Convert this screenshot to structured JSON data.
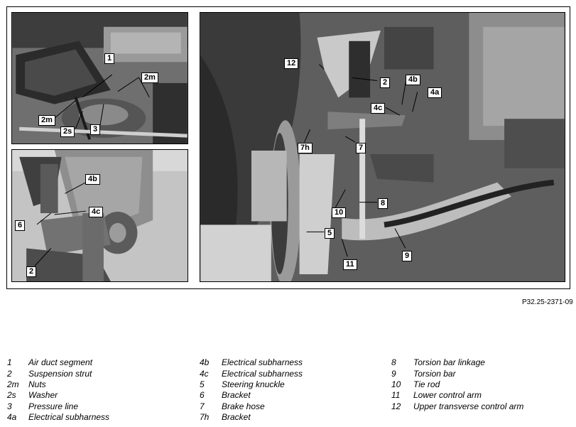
{
  "reference_code": "P32.25-2371-09",
  "callouts": {
    "p1": [
      "1",
      "2m",
      "2m",
      "2s",
      "3"
    ],
    "p2": [
      "4b",
      "4c",
      "6",
      "2"
    ],
    "p3": [
      "12",
      "2",
      "4b",
      "4a",
      "4c",
      "7h",
      "7",
      "8",
      "10",
      "5",
      "11",
      "9"
    ]
  },
  "legend": [
    {
      "code": "1",
      "desc": "Air duct segment"
    },
    {
      "code": "2",
      "desc": "Suspension strut"
    },
    {
      "code": "2m",
      "desc": "Nuts"
    },
    {
      "code": "2s",
      "desc": "Washer"
    },
    {
      "code": "3",
      "desc": "Pressure line"
    },
    {
      "code": "4a",
      "desc": "Electrical subharness"
    },
    {
      "code": "4b",
      "desc": "Electrical subharness"
    },
    {
      "code": "4c",
      "desc": "Electrical subharness"
    },
    {
      "code": "5",
      "desc": "Steering knuckle"
    },
    {
      "code": "6",
      "desc": "Bracket"
    },
    {
      "code": "7",
      "desc": "Brake hose"
    },
    {
      "code": "7h",
      "desc": "Bracket"
    },
    {
      "code": "8",
      "desc": "Torsion bar linkage"
    },
    {
      "code": "9",
      "desc": "Torsion bar"
    },
    {
      "code": "10",
      "desc": "Tie rod"
    },
    {
      "code": "11",
      "desc": "Lower control arm"
    },
    {
      "code": "12",
      "desc": "Upper transverse control arm"
    }
  ]
}
